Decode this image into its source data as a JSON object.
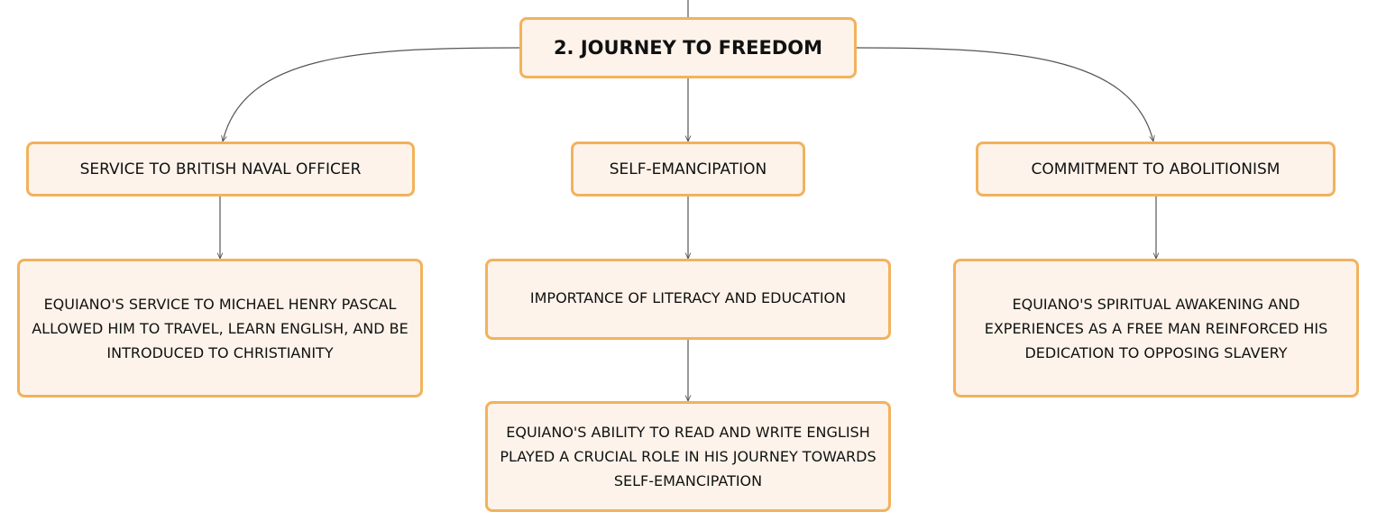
{
  "root": {
    "title": "2. JOURNEY TO FREEDOM"
  },
  "branches": {
    "service": {
      "label": "SERVICE TO BRITISH NAVAL OFFICER",
      "detail": "EQUIANO'S SERVICE TO MICHAEL HENRY PASCAL ALLOWED HIM TO TRAVEL, LEARN ENGLISH, AND BE INTRODUCED TO CHRISTIANITY"
    },
    "self_emancipation": {
      "label": "SELF-EMANCIPATION",
      "sub_label": "IMPORTANCE OF LITERACY AND EDUCATION",
      "detail": "EQUIANO'S ABILITY TO READ AND WRITE ENGLISH PLAYED A CRUCIAL ROLE IN HIS JOURNEY TOWARDS SELF-EMANCIPATION"
    },
    "abolitionism": {
      "label": "COMMITMENT TO ABOLITIONISM",
      "detail": "EQUIANO'S SPIRITUAL AWAKENING AND EXPERIENCES AS A FREE MAN REINFORCED HIS DEDICATION TO OPPOSING SLAVERY"
    }
  },
  "colors": {
    "node_fill": "#fdf3ea",
    "node_border": "#f2b25c",
    "connector": "#555555"
  }
}
